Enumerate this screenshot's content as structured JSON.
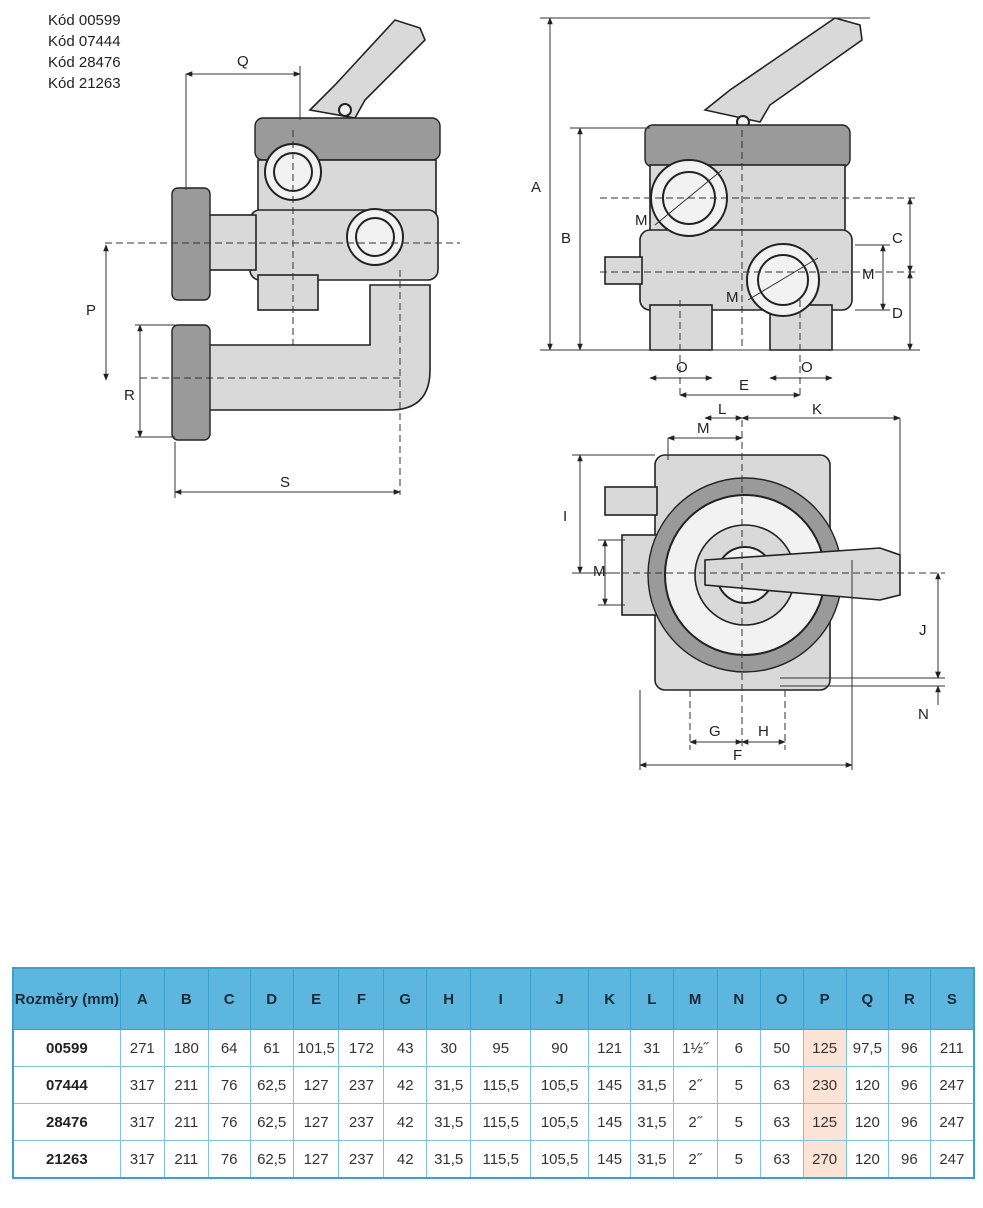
{
  "codes": [
    "Kód 00599",
    "Kód 07444",
    "Kód 28476",
    "Kód 21263"
  ],
  "dimension_labels": {
    "side": {
      "Q": "Q",
      "P": "P",
      "R": "R",
      "S": "S"
    },
    "front": {
      "A": "A",
      "B": "B",
      "C": "C",
      "D": "D",
      "E": "E",
      "M1": "M",
      "M2": "M",
      "M3": "M",
      "O1": "O",
      "O2": "O"
    },
    "top": {
      "L": "L",
      "K": "K",
      "M1": "M",
      "M2": "M",
      "I": "I",
      "J": "J",
      "N": "N",
      "G": "G",
      "H": "H",
      "F": "F"
    }
  },
  "table": {
    "header_label": "Rozměry (mm)",
    "columns": [
      "A",
      "B",
      "C",
      "D",
      "E",
      "F",
      "G",
      "H",
      "I",
      "J",
      "K",
      "L",
      "M",
      "N",
      "O",
      "P",
      "Q",
      "R",
      "S"
    ],
    "highlight_column": "P",
    "rows": [
      {
        "code": "00599",
        "values": [
          "271",
          "180",
          "64",
          "61",
          "101,5",
          "172",
          "43",
          "30",
          "95",
          "90",
          "121",
          "31",
          "1½˝",
          "6",
          "50",
          "125",
          "97,5",
          "96",
          "211"
        ]
      },
      {
        "code": "07444",
        "values": [
          "317",
          "211",
          "76",
          "62,5",
          "127",
          "237",
          "42",
          "31,5",
          "115,5",
          "105,5",
          "145",
          "31,5",
          "2˝",
          "5",
          "63",
          "230",
          "120",
          "96",
          "247"
        ]
      },
      {
        "code": "28476",
        "values": [
          "317",
          "211",
          "76",
          "62,5",
          "127",
          "237",
          "42",
          "31,5",
          "115,5",
          "105,5",
          "145",
          "31,5",
          "2˝",
          "5",
          "63",
          "125",
          "120",
          "96",
          "247"
        ]
      },
      {
        "code": "21263",
        "values": [
          "317",
          "211",
          "76",
          "62,5",
          "127",
          "237",
          "42",
          "31,5",
          "115,5",
          "105,5",
          "145",
          "31,5",
          "2˝",
          "5",
          "63",
          "270",
          "120",
          "96",
          "247"
        ]
      }
    ]
  }
}
